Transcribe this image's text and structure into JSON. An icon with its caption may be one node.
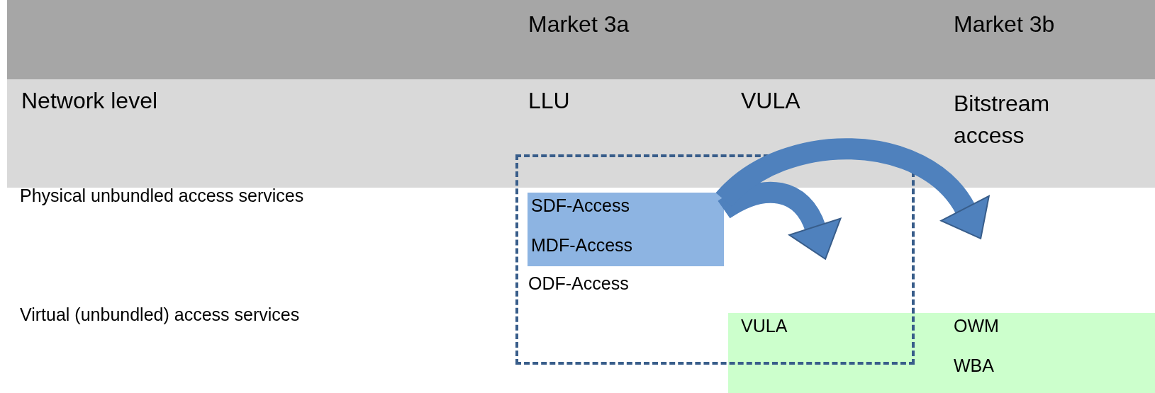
{
  "diagram": {
    "nodes": [
      {
        "text": [
          "Market 3a",
          "Market 3b"
        ]
      },
      {
        "text": [
          "Network level",
          "LLU",
          "VULA",
          "Bitstream access"
        ]
      },
      {
        "text": [],
        "shape": "box"
      },
      {
        "text": [
          "SDF-Access",
          "MDF-Access"
        ],
        "in": 2
      },
      {
        "text": [
          "VULA",
          "OWM",
          "WBA"
        ]
      }
    ],
    "edges": [
      {
        "from": 3,
        "to": null,
        "arrow": "to"
      },
      {
        "from": 3,
        "to": null,
        "arrow": "to"
      }
    ],
    "labels": [
      "Physical unbundled access services",
      "ODF-Access",
      "Virtual (unbundled) access services"
    ]
  }
}
